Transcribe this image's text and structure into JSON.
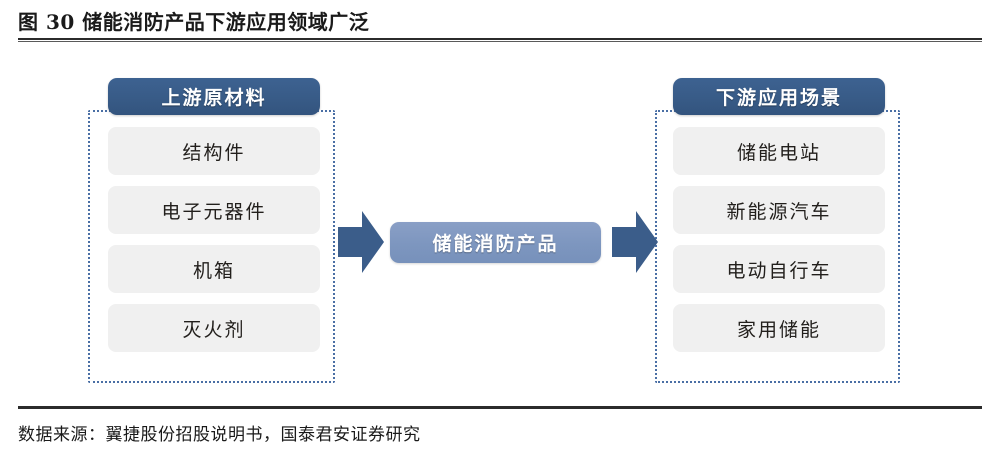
{
  "figure": {
    "title": "图 30 储能消防产品下游应用领域广泛",
    "source": "数据来源：翼捷股份招股说明书，国泰君安证券研究"
  },
  "colors": {
    "header_blue": "#385b87",
    "center_blue": "#7d96bf",
    "arrow_blue": "#3b5d8a",
    "item_gray": "#f0f0f0",
    "frame_dotted": "#4a6fa5",
    "rule_dark": "#2b2b2b"
  },
  "diagram": {
    "type": "value-chain",
    "upstream": {
      "header": "上游原材料",
      "items": [
        {
          "label": "结构件"
        },
        {
          "label": "电子元器件"
        },
        {
          "label": "机箱"
        },
        {
          "label": "灭火剂"
        }
      ]
    },
    "center": {
      "label": "储能消防产品"
    },
    "downstream": {
      "header": "下游应用场景",
      "items": [
        {
          "label": "储能电站"
        },
        {
          "label": "新能源汽车"
        },
        {
          "label": "电动自行车"
        },
        {
          "label": "家用储能"
        }
      ]
    },
    "arrows": [
      {
        "name": "upstream-to-product",
        "direction": "right"
      },
      {
        "name": "product-to-downstream",
        "direction": "right"
      }
    ]
  }
}
